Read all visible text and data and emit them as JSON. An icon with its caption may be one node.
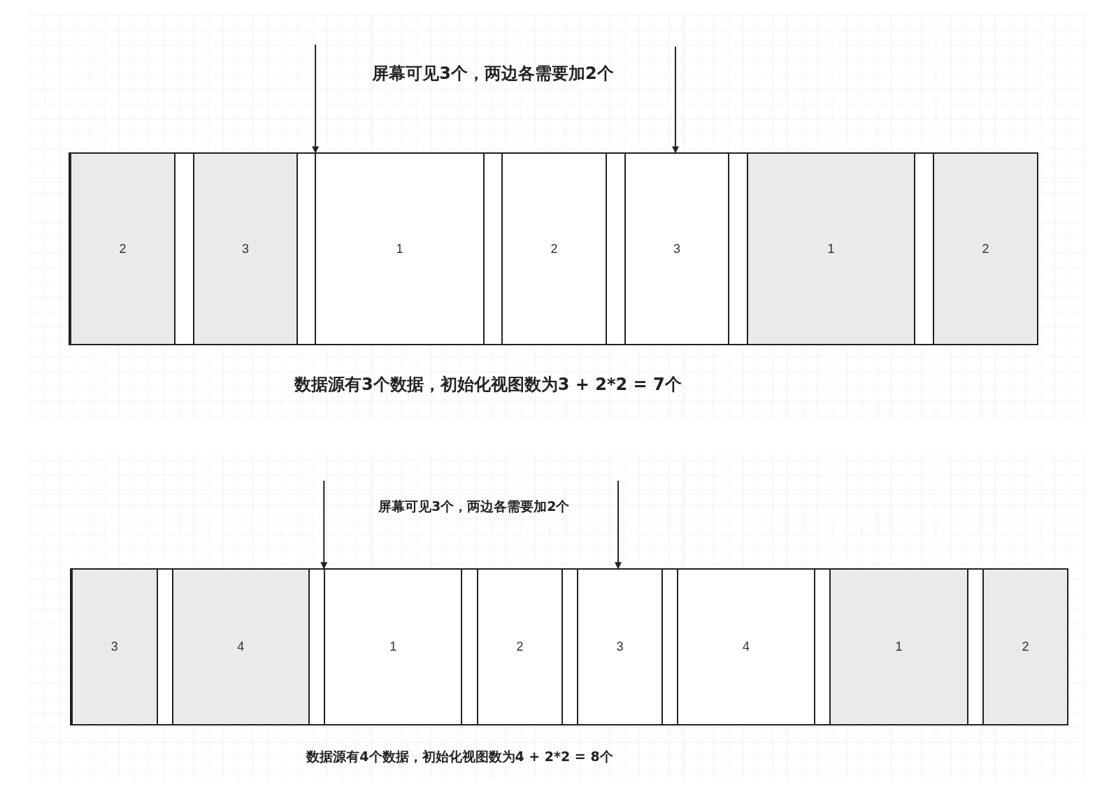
{
  "diagram": {
    "nodes": [
      {
        "text": [],
        "shape": "box"
      },
      {
        "text": [
          "2"
        ],
        "in": 0
      },
      {
        "text": [
          "3"
        ],
        "in": 0
      },
      {
        "text": [
          "1"
        ],
        "in": 0
      },
      {
        "text": [
          "2"
        ],
        "in": 0
      },
      {
        "text": [
          "3"
        ],
        "in": 0
      },
      {
        "text": [
          "1"
        ],
        "in": 0
      },
      {
        "text": [
          "2"
        ],
        "in": 0
      },
      {
        "text": [],
        "shape": "box"
      },
      {
        "text": [
          "3"
        ],
        "in": 8
      },
      {
        "text": [
          "4"
        ],
        "in": 8
      },
      {
        "text": [
          "1"
        ],
        "in": 8
      },
      {
        "text": [
          "2"
        ],
        "in": 8
      },
      {
        "text": [
          "3"
        ],
        "in": 8
      },
      {
        "text": [
          "4"
        ],
        "in": 8
      },
      {
        "text": [
          "1"
        ],
        "in": 8
      },
      {
        "text": [
          "2"
        ],
        "in": 8
      }
    ],
    "edges": [
      {
        "from": null,
        "to": 3,
        "arrow": "to"
      },
      {
        "from": null,
        "to": 5,
        "arrow": "to"
      },
      {
        "from": null,
        "to": 11,
        "arrow": "to"
      },
      {
        "from": null,
        "to": 13,
        "arrow": "to"
      }
    ],
    "labels": [
      "屏幕可见3个，两边各需要加2个",
      "数据源有3个数据，初始化视图数为3 + 2*2 = 7个",
      "屏幕可见3个，两边各需要加2个",
      "数据源有4个数据，初始化视图数为4 + 2*2 = 8个"
    ]
  }
}
